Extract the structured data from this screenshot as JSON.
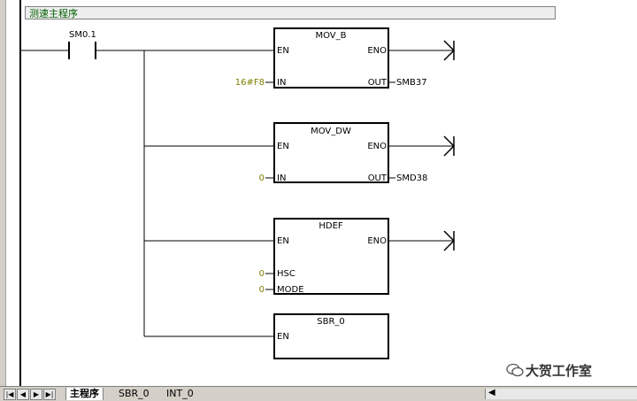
{
  "network": {
    "top_text": "—",
    "comment": "测速主程序",
    "contact": "SM0.1"
  },
  "blocks": [
    {
      "name": "MOV_B",
      "en": "EN",
      "eno": "ENO",
      "inputs": [
        {
          "label": "IN",
          "value": "16#F8"
        }
      ],
      "output": {
        "label": "OUT",
        "value": "SMB37"
      }
    },
    {
      "name": "MOV_DW",
      "en": "EN",
      "eno": "ENO",
      "inputs": [
        {
          "label": "IN",
          "value": "0"
        }
      ],
      "output": {
        "label": "OUT",
        "value": "SMD38"
      }
    },
    {
      "name": "HDEF",
      "en": "EN",
      "eno": "ENO",
      "inputs": [
        {
          "label": "HSC",
          "value": "0"
        },
        {
          "label": "MODE",
          "value": "0"
        }
      ],
      "output": null
    },
    {
      "name": "SBR_0",
      "en": "EN",
      "eno": "",
      "inputs": [],
      "output": null
    }
  ],
  "tabs": {
    "nav": [
      "|◀",
      "◀",
      "▶",
      "▶|"
    ],
    "items": [
      "主程序",
      "SBR_0",
      "INT_0"
    ],
    "active_index": 0,
    "scroll_left": "◀"
  },
  "watermark": "大贺工作室",
  "colors": {
    "ladder": "#000000",
    "operand_value": "#808000",
    "comment_text": "#006000",
    "chrome": "#d4d0c8"
  }
}
